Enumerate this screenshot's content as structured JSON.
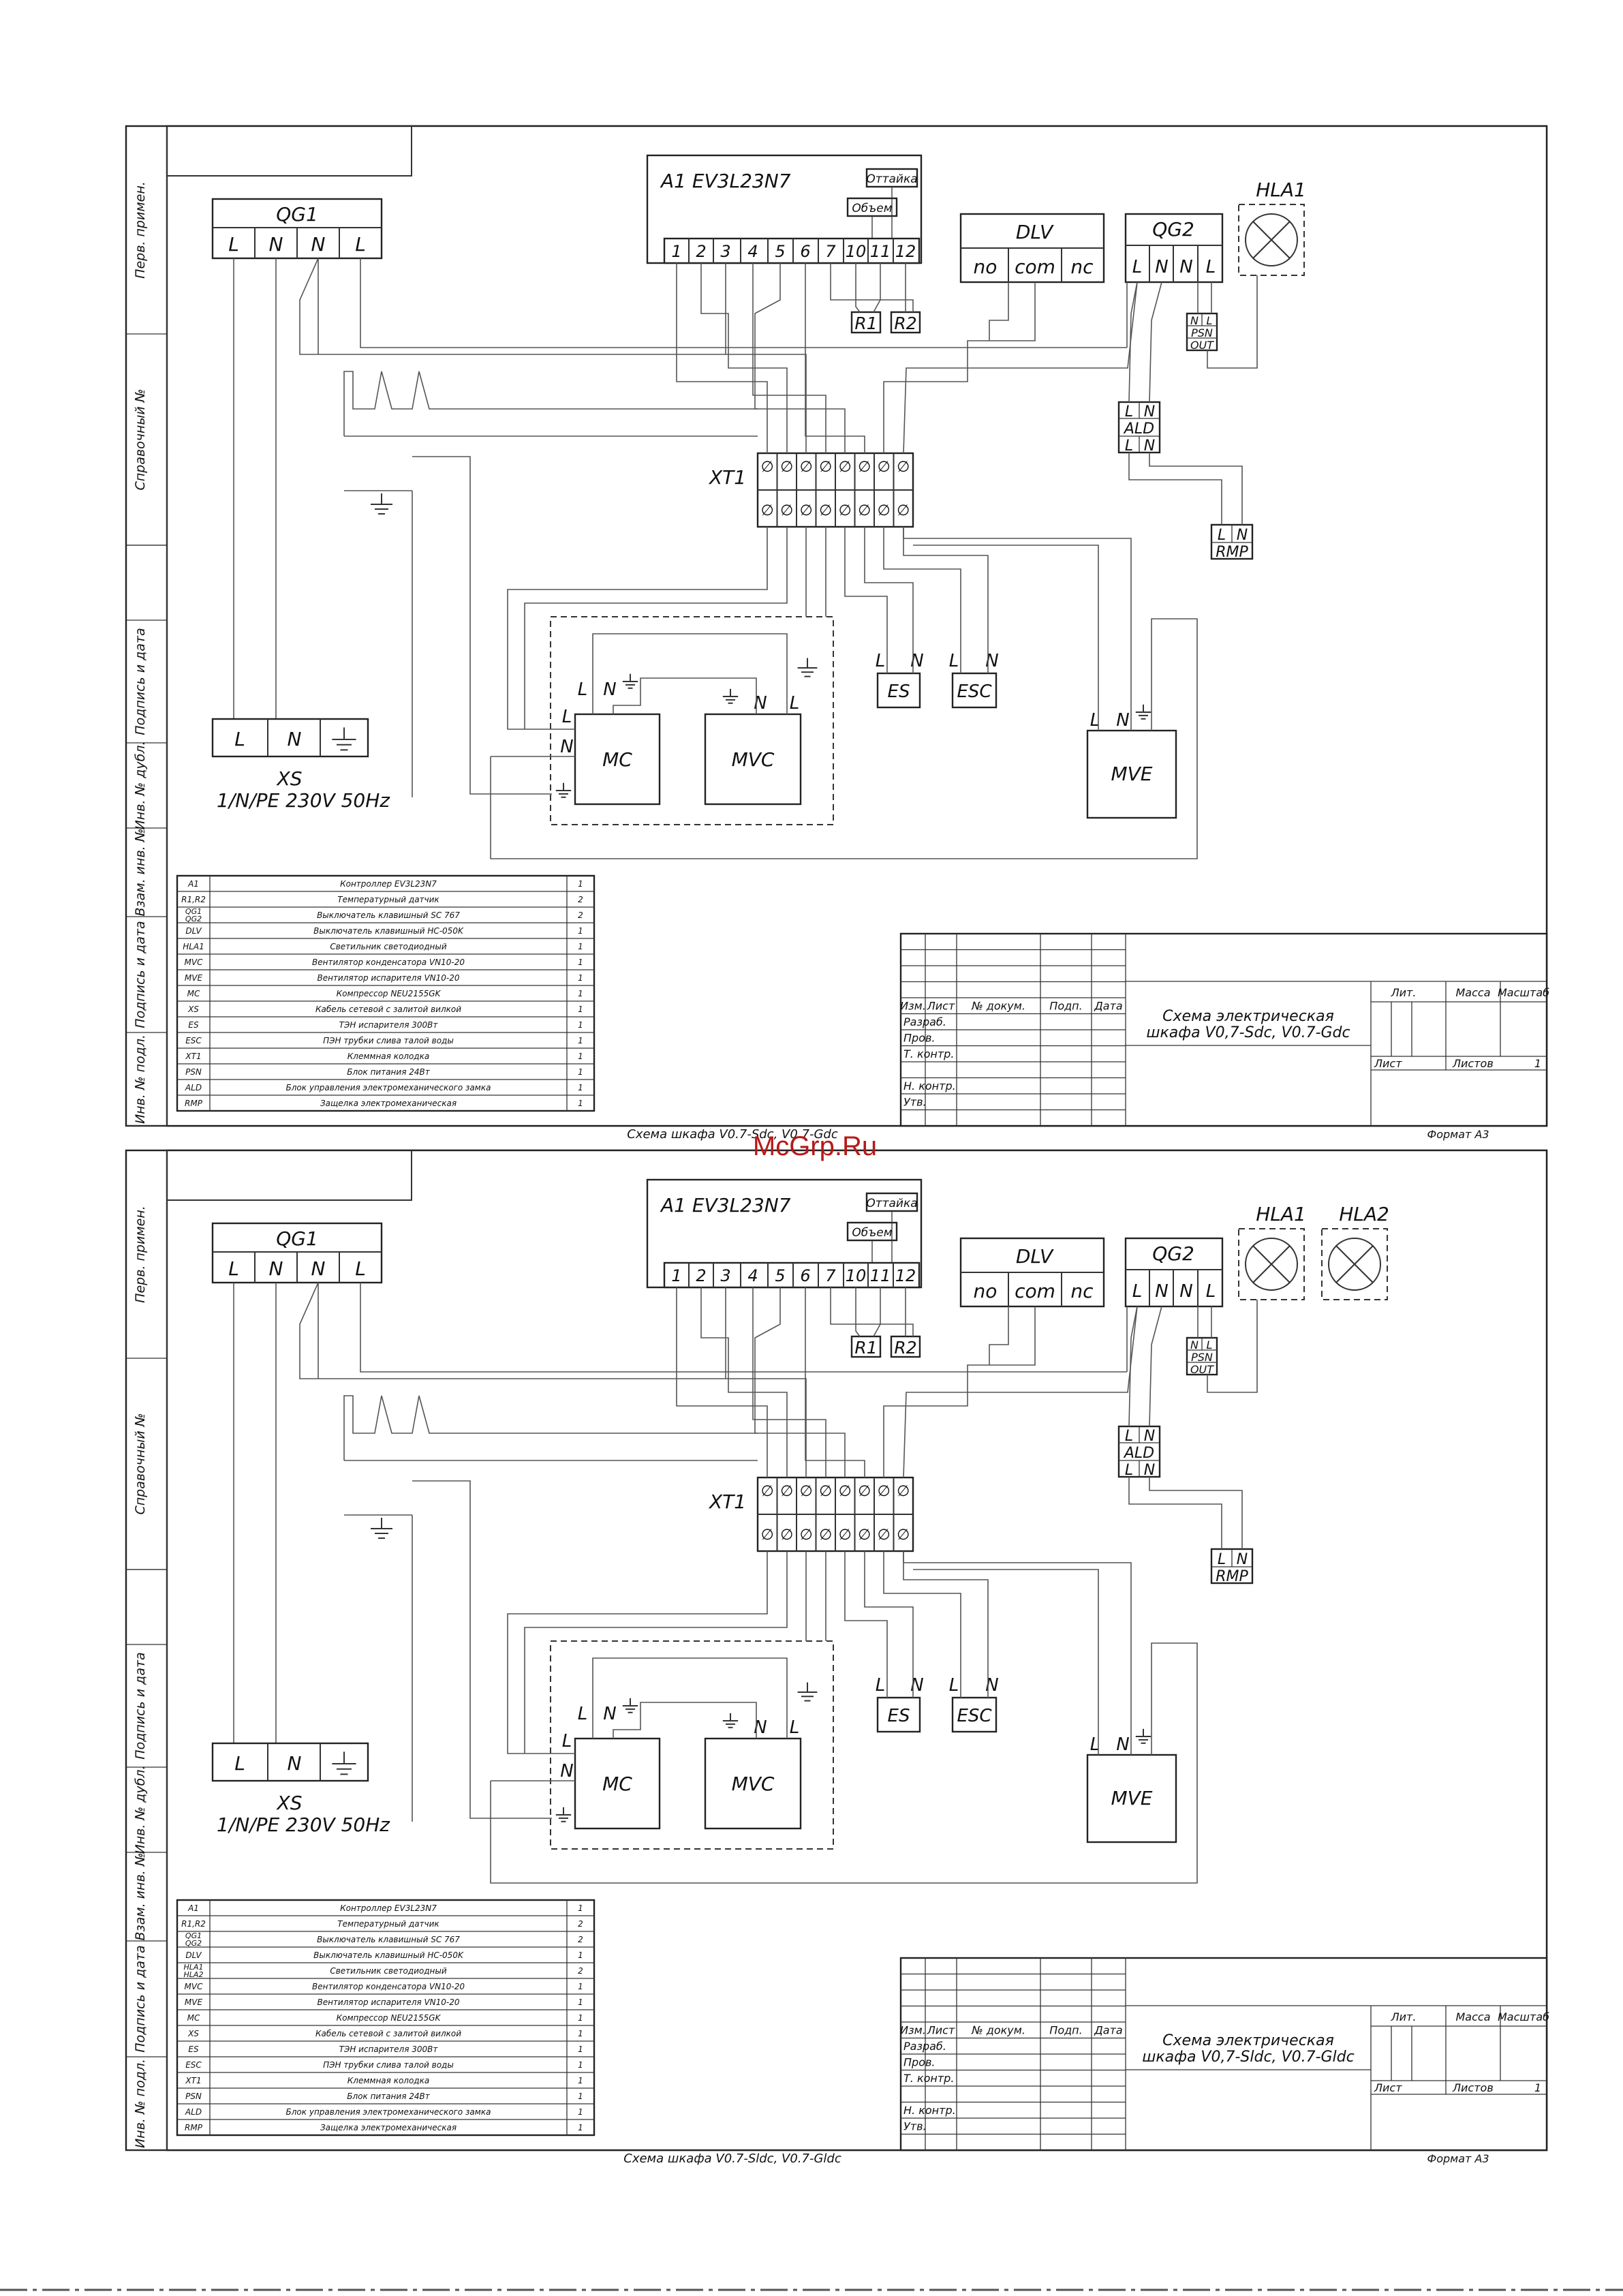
{
  "watermark": "McGrp.Ru",
  "side_labels": [
    "Перв. примен.",
    "Справочный №",
    "Подпись и дата",
    "Инв. № дубл.",
    "Взам. инв. №",
    "Подпись и дата",
    "Инв. № подл."
  ],
  "sheets": [
    {
      "controller": "A1   EV3L23N7",
      "controller_aux": [
        "Оттайка",
        "Объем"
      ],
      "terminals": [
        "1",
        "2",
        "3",
        "4",
        "5",
        "6",
        "7",
        "10",
        "11",
        "12"
      ],
      "qg1": {
        "name": "QG1",
        "pins": [
          "L",
          "N",
          "N",
          "L"
        ]
      },
      "qg2": {
        "name": "QG2",
        "pins": [
          "L",
          "N",
          "N",
          "L"
        ]
      },
      "dlv": {
        "name": "DLV",
        "pins": [
          "no",
          "com",
          "nc"
        ]
      },
      "lamps": [
        "HLA1"
      ],
      "psn": [
        "N",
        "L",
        "PSN",
        "OUT"
      ],
      "ald": [
        "L",
        "N",
        "ALD",
        "L",
        "N"
      ],
      "rmp": [
        "L",
        "N",
        "RMP"
      ],
      "sensors": [
        "R1",
        "R2"
      ],
      "xt1": "XT1",
      "ground_symbols": "⏚",
      "xs": {
        "pins": [
          "L",
          "N"
        ],
        "title": "XS",
        "spec": "1/N/PE 230V 50Hz"
      },
      "mc": "MC",
      "mvc": "MVC",
      "mve": "MVE",
      "es": "ES",
      "esc": "ESC",
      "mc_pins": [
        "L",
        "N",
        "L",
        "N"
      ],
      "mvc_pins": [
        "N",
        "L"
      ],
      "es_pins": [
        "L",
        "N"
      ],
      "esc_pins": [
        "L",
        "N"
      ],
      "mve_pins": [
        "L",
        "N"
      ],
      "parts": [
        {
          "ref": "A1",
          "desc": "Контроллер EV3L23N7",
          "qty": "1"
        },
        {
          "ref": "R1,R2",
          "desc": "Температурный датчик",
          "qty": "2"
        },
        {
          "ref": "QG1\nQG2",
          "desc": "Выключатель клавишный SC 767",
          "qty": "2"
        },
        {
          "ref": "DLV",
          "desc": "Выключатель клавишный HC-050K",
          "qty": "1"
        },
        {
          "ref": "HLA1",
          "desc": "Светильник светодиодный",
          "qty": "1"
        },
        {
          "ref": "MVC",
          "desc": "Вентилятор конденсатора VN10-20",
          "qty": "1"
        },
        {
          "ref": "MVE",
          "desc": "Вентилятор испарителя VN10-20",
          "qty": "1"
        },
        {
          "ref": "MC",
          "desc": "Компрессор NEU2155GK",
          "qty": "1"
        },
        {
          "ref": "XS",
          "desc": "Кабель сетевой с залитой вилкой",
          "qty": "1"
        },
        {
          "ref": "ES",
          "desc": "ТЭН испарителя 300Вт",
          "qty": "1"
        },
        {
          "ref": "ESC",
          "desc": "ПЭН трубки слива талой воды",
          "qty": "1"
        },
        {
          "ref": "XT1",
          "desc": "Клеммная колодка",
          "qty": "1"
        },
        {
          "ref": "PSN",
          "desc": "Блок питания 24Вт",
          "qty": "1"
        },
        {
          "ref": "ALD",
          "desc": "Блок управления электромеханического замка",
          "qty": "1"
        },
        {
          "ref": "RMP",
          "desc": "Защелка электромеханическая",
          "qty": "1"
        }
      ],
      "stamp": {
        "cols": [
          "Изм.",
          "Лист",
          "№ докум.",
          "Подп.",
          "Дата"
        ],
        "rows": [
          "Разраб.",
          "Пров.",
          "Т. контр.",
          "",
          "Н. контр.",
          "Утв."
        ],
        "title": [
          "Схема электрическая",
          "шкафа V0,7-Sdc, V0.7-Gdc"
        ],
        "lit": "Лит.",
        "mass": "Масса",
        "scale": "Масштаб",
        "sheet": "Лист",
        "sheets": "Листов",
        "sheets_count": "1"
      },
      "caption": "Схема шкафа  V0.7-Sdc, V0.7-Gdc",
      "format": "Формат А3"
    },
    {
      "controller": "A1   EV3L23N7",
      "controller_aux": [
        "Оттайка",
        "Объем"
      ],
      "terminals": [
        "1",
        "2",
        "3",
        "4",
        "5",
        "6",
        "7",
        "10",
        "11",
        "12"
      ],
      "qg1": {
        "name": "QG1",
        "pins": [
          "L",
          "N",
          "N",
          "L"
        ]
      },
      "qg2": {
        "name": "QG2",
        "pins": [
          "L",
          "N",
          "N",
          "L"
        ]
      },
      "dlv": {
        "name": "DLV",
        "pins": [
          "no",
          "com",
          "nc"
        ]
      },
      "lamps": [
        "HLA1",
        "HLA2"
      ],
      "psn": [
        "N",
        "L",
        "PSN",
        "OUT"
      ],
      "ald": [
        "L",
        "N",
        "ALD",
        "L",
        "N"
      ],
      "rmp": [
        "L",
        "N",
        "RMP"
      ],
      "sensors": [
        "R1",
        "R2"
      ],
      "xt1": "XT1",
      "ground_symbols": "⏚",
      "xs": {
        "pins": [
          "L",
          "N"
        ],
        "title": "XS",
        "spec": "1/N/PE 230V 50Hz"
      },
      "mc": "MC",
      "mvc": "MVC",
      "mve": "MVE",
      "es": "ES",
      "esc": "ESC",
      "mc_pins": [
        "L",
        "N",
        "L",
        "N"
      ],
      "mvc_pins": [
        "N",
        "L"
      ],
      "es_pins": [
        "L",
        "N"
      ],
      "esc_pins": [
        "L",
        "N"
      ],
      "mve_pins": [
        "L",
        "N"
      ],
      "parts": [
        {
          "ref": "A1",
          "desc": "Контроллер EV3L23N7",
          "qty": "1"
        },
        {
          "ref": "R1,R2",
          "desc": "Температурный датчик",
          "qty": "2"
        },
        {
          "ref": "QG1\nQG2",
          "desc": "Выключатель клавишный SC 767",
          "qty": "2"
        },
        {
          "ref": "DLV",
          "desc": "Выключатель клавишный HC-050K",
          "qty": "1"
        },
        {
          "ref": "HLA1\nHLA2",
          "desc": "Светильник светодиодный",
          "qty": "2"
        },
        {
          "ref": "MVC",
          "desc": "Вентилятор конденсатора VN10-20",
          "qty": "1"
        },
        {
          "ref": "MVE",
          "desc": "Вентилятор испарителя VN10-20",
          "qty": "1"
        },
        {
          "ref": "MC",
          "desc": "Компрессор NEU2155GK",
          "qty": "1"
        },
        {
          "ref": "XS",
          "desc": "Кабель сетевой с залитой вилкой",
          "qty": "1"
        },
        {
          "ref": "ES",
          "desc": "ТЭН испарителя 300Вт",
          "qty": "1"
        },
        {
          "ref": "ESC",
          "desc": "ПЭН трубки слива талой воды",
          "qty": "1"
        },
        {
          "ref": "XT1",
          "desc": "Клеммная колодка",
          "qty": "1"
        },
        {
          "ref": "PSN",
          "desc": "Блок питания 24Вт",
          "qty": "1"
        },
        {
          "ref": "ALD",
          "desc": "Блок управления электромеханического замка",
          "qty": "1"
        },
        {
          "ref": "RMP",
          "desc": "Защелка электромеханическая",
          "qty": "1"
        }
      ],
      "stamp": {
        "cols": [
          "Изм.",
          "Лист",
          "№ докум.",
          "Подп.",
          "Дата"
        ],
        "rows": [
          "Разраб.",
          "Пров.",
          "Т. контр.",
          "",
          "Н. контр.",
          "Утв."
        ],
        "title": [
          "Схема электрическая",
          "шкафа V0,7-Sldc, V0.7-Gldc"
        ],
        "lit": "Лит.",
        "mass": "Масса",
        "scale": "Масштаб",
        "sheet": "Лист",
        "sheets": "Листов",
        "sheets_count": "1"
      },
      "caption": "Схема шкафа  V0.7-Sldc, V0.7-Gldc",
      "format": "Формат А3"
    }
  ]
}
